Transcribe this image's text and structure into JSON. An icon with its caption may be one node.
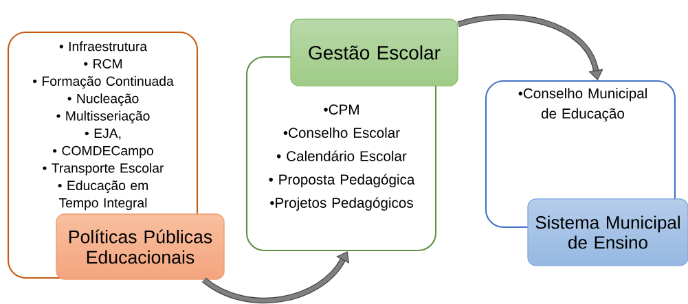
{
  "diagram": {
    "nodes": [
      {
        "text": [
          "• Infraestrutura",
          "• RCM",
          "• Formação Continuada",
          "• Nucleação",
          "• Multisseriação",
          "• EJA,",
          "• COMDECampo",
          "• Transporte Escolar",
          "• Educação em Tempo Integral"
        ]
      },
      {
        "text": [
          "Políticas Públicas Educacionais"
        ]
      },
      {
        "text": [
          "•CPM",
          "•Conselho Escolar",
          "• Calendário Escolar",
          "• Proposta Pedagógica",
          "•Projetos Pedagógicos"
        ]
      },
      {
        "text": [
          "Gestão Escolar"
        ]
      },
      {
        "text": [
          "•Conselho Municipal de Educação"
        ]
      },
      {
        "text": [
          "Sistema Municipal de Ensino"
        ]
      }
    ],
    "edges": [
      {
        "from": 1,
        "to": 2,
        "arrow": "to"
      },
      {
        "from": 3,
        "to": 4,
        "arrow": "to"
      }
    ]
  }
}
